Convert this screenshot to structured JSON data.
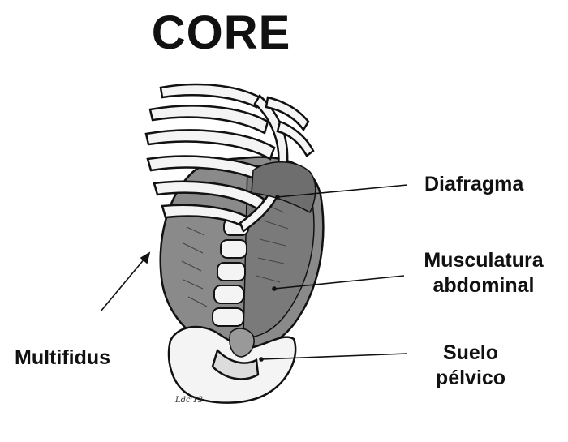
{
  "title": "CORE",
  "labels": {
    "diafragma": "Diafragma",
    "musculatura_line1": "Musculatura",
    "musculatura_line2": "abdominal",
    "suelo_line1": "Suelo",
    "suelo_line2": "pélvico",
    "multifidus": "Multifidus"
  },
  "signature": "Ldc'13",
  "colors": {
    "background": "#ffffff",
    "ink": "#111111",
    "muscle": "#8a8a8a",
    "muscle_dark": "#5e5e5e",
    "bone": "#f4f4f4"
  }
}
